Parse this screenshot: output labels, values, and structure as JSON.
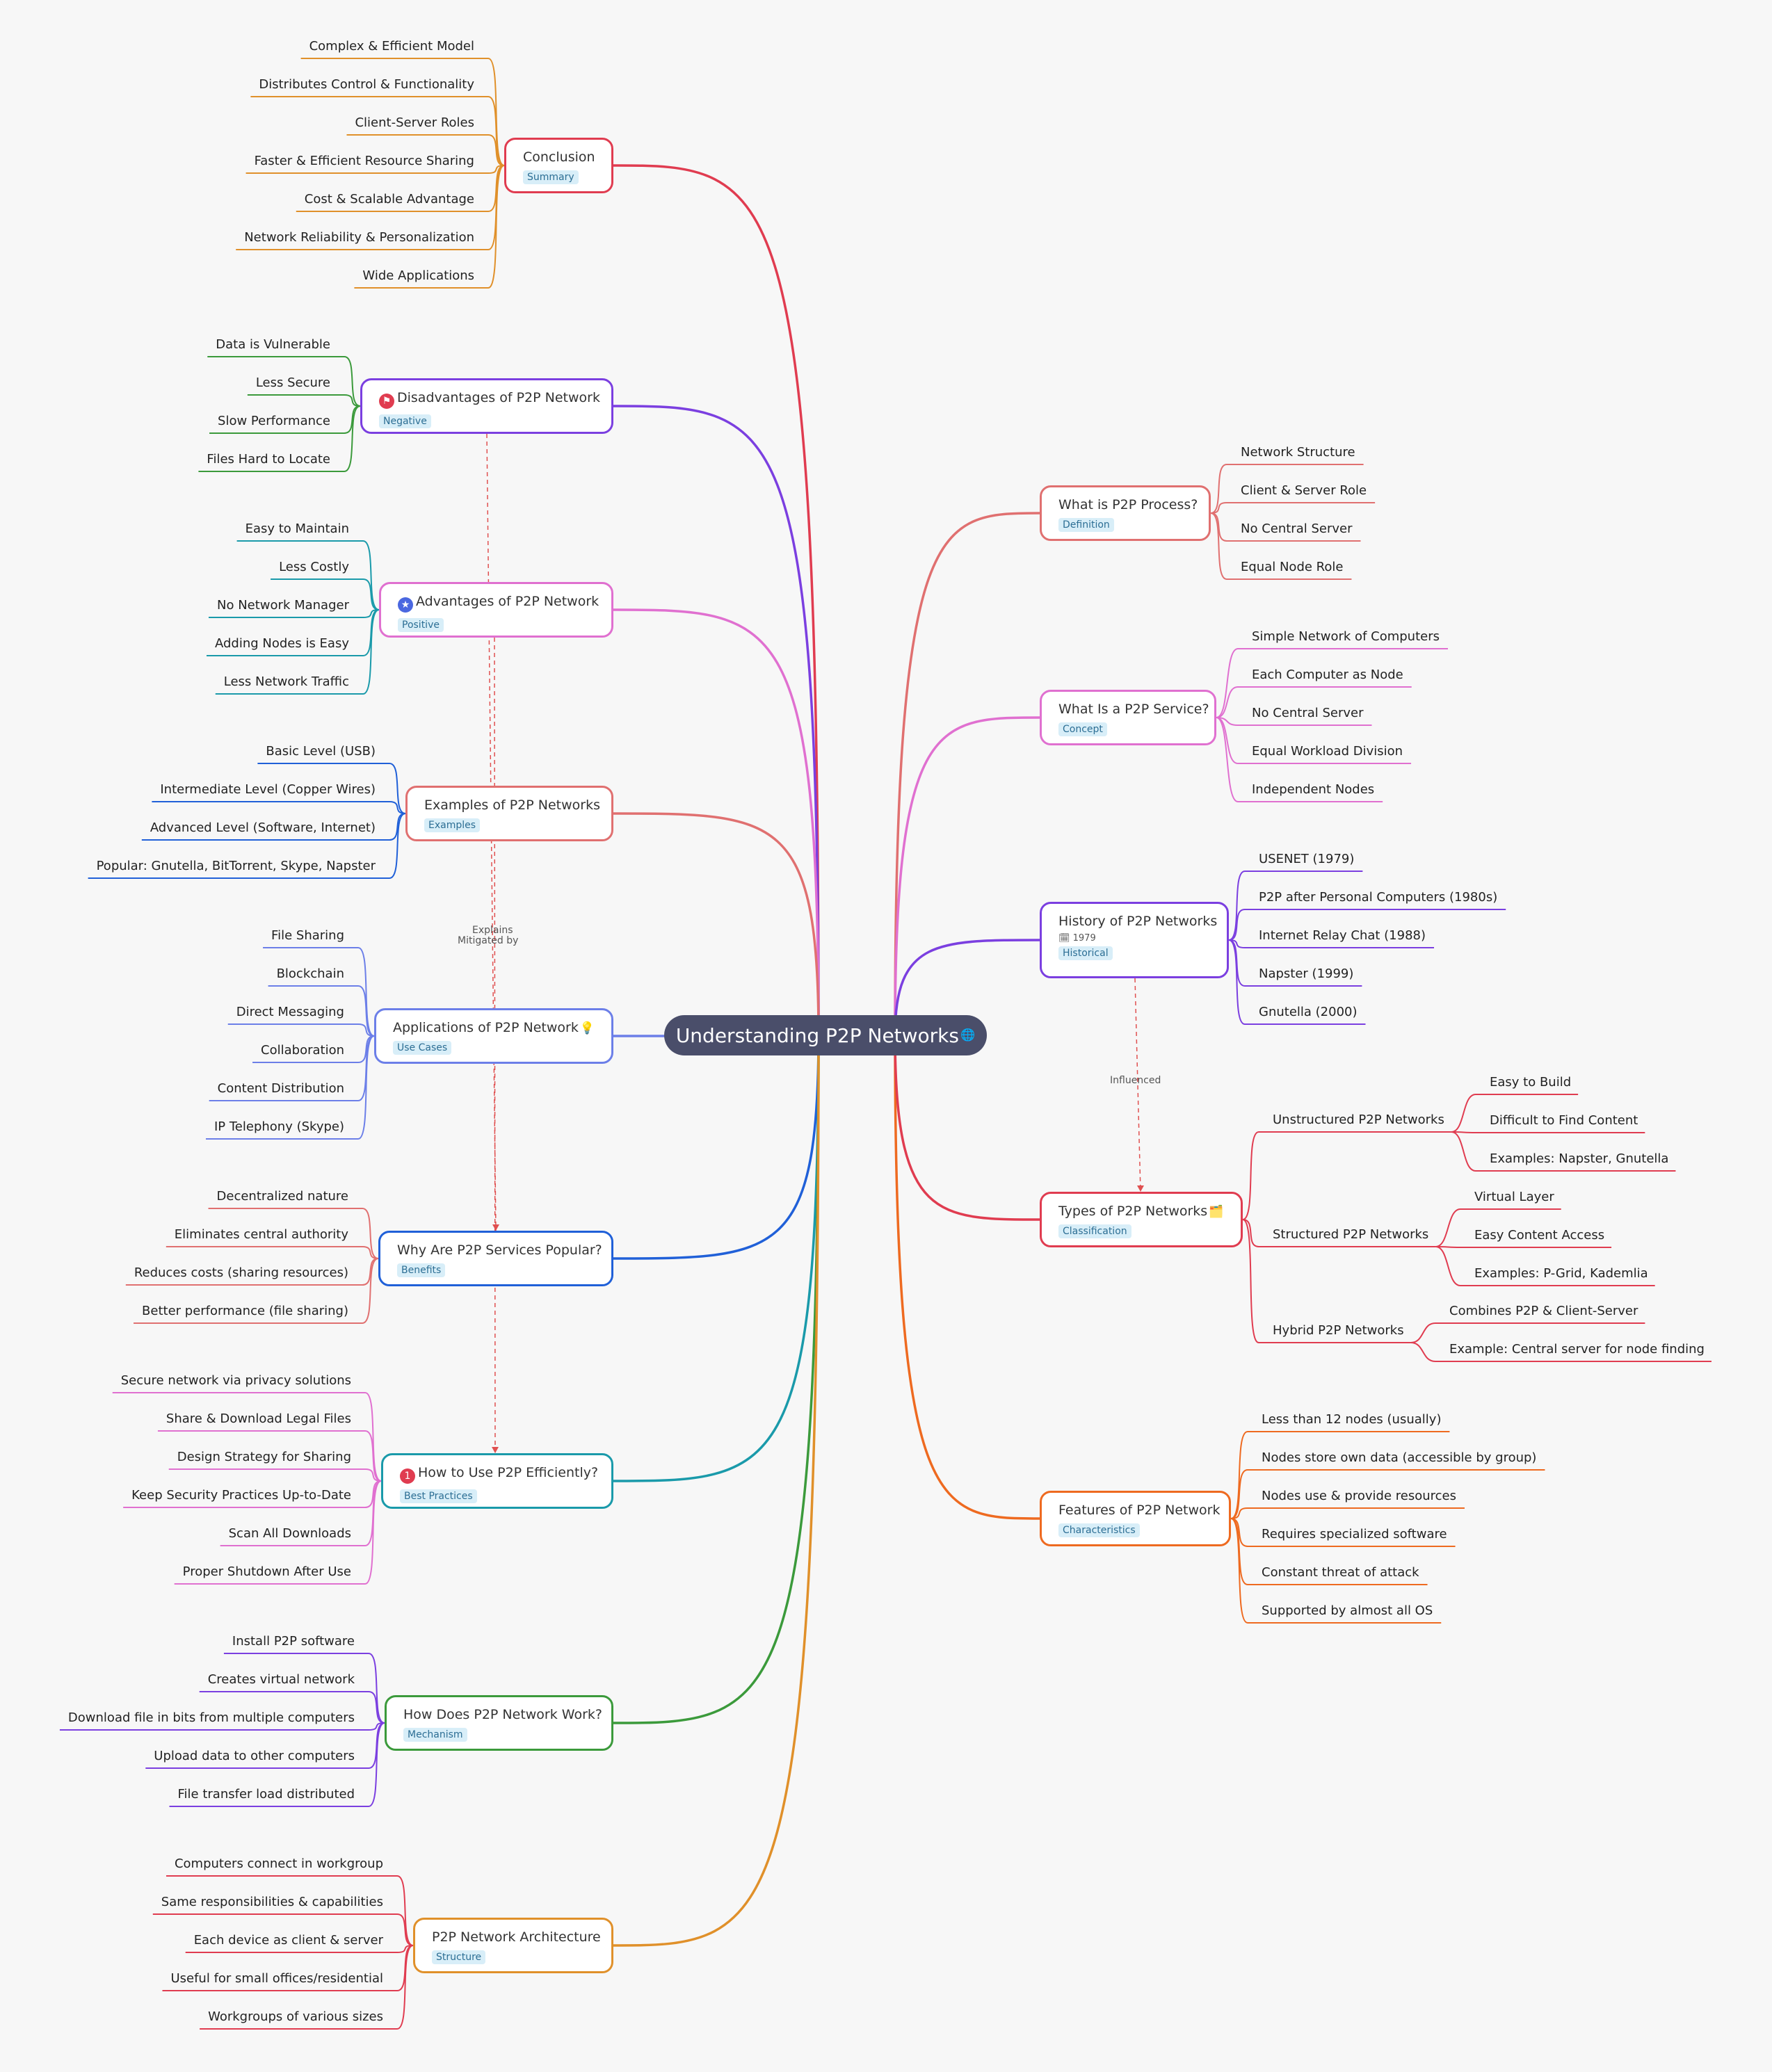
{
  "root": {
    "title": "Understanding P2P Networks",
    "icon": "globe-icon"
  },
  "branches": {
    "conclusion": {
      "title": "Conclusion",
      "tag": "Summary",
      "color": "#e03c50",
      "items": [
        "Complex & Efficient Model",
        "Distributes Control & Functionality",
        "Client-Server Roles",
        "Faster & Efficient Resource Sharing",
        "Cost & Scalable Advantage",
        "Network Reliability & Personalization",
        "Wide Applications"
      ],
      "leaf_color": "#e0902a"
    },
    "disadvantages": {
      "title": "Disadvantages of P2P Network",
      "tag": "Negative",
      "color": "#7b3fe0",
      "icon": "flag-icon",
      "items": [
        "Data is Vulnerable",
        "Less Secure",
        "Slow Performance",
        "Files Hard to Locate"
      ],
      "leaf_color": "#3b9a3b"
    },
    "advantages": {
      "title": "Advantages of P2P Network",
      "tag": "Positive",
      "color": "#e070d0",
      "icon": "star-icon",
      "items": [
        "Easy to Maintain",
        "Less Costly",
        "No Network Manager",
        "Adding Nodes is Easy",
        "Less Network Traffic"
      ],
      "leaf_color": "#1a9aaa"
    },
    "examples": {
      "title": "Examples of P2P Networks",
      "tag": "Examples",
      "color": "#e07070",
      "items": [
        "Basic Level (USB)",
        "Intermediate Level (Copper Wires)",
        "Advanced Level (Software, Internet)",
        "Popular: Gnutella, BitTorrent, Skype, Napster"
      ],
      "leaf_color": "#2060d8"
    },
    "applications": {
      "title": "Applications of P2P Network",
      "tag": "Use Cases",
      "color": "#6c7fe8",
      "items": [
        "File Sharing",
        "Blockchain",
        "Direct Messaging",
        "Collaboration",
        "Content Distribution",
        "IP Telephony (Skype)"
      ],
      "leaf_color": "#6c7fe8"
    },
    "popular": {
      "title": "Why Are P2P Services Popular?",
      "tag": "Benefits",
      "color": "#2060d8",
      "items": [
        "Decentralized nature",
        "Eliminates central authority",
        "Reduces costs (sharing resources)",
        "Better performance (file sharing)"
      ],
      "leaf_color": "#e07070"
    },
    "efficiently": {
      "title": "How to Use P2P Efficiently?",
      "tag": "Best Practices",
      "color": "#1a9aaa",
      "icon": "number-one-icon",
      "icon_text": "1",
      "items": [
        "Secure network via privacy solutions",
        "Share & Download Legal Files",
        "Design Strategy for Sharing",
        "Keep Security Practices Up-to-Date",
        "Scan All Downloads",
        "Proper Shutdown After Use"
      ],
      "leaf_color": "#e070d0"
    },
    "work": {
      "title": "How Does P2P Network Work?",
      "tag": "Mechanism",
      "color": "#3b9a3b",
      "items": [
        "Install P2P software",
        "Creates virtual network",
        "Download file in bits from multiple computers",
        "Upload data to other computers",
        "File transfer load distributed"
      ],
      "leaf_color": "#7b3fe0"
    },
    "architecture": {
      "title": "P2P Network Architecture",
      "tag": "Structure",
      "color": "#e0902a",
      "items": [
        "Computers connect in workgroup",
        "Same responsibilities & capabilities",
        "Each device as client & server",
        "Useful for small offices/residential",
        "Workgroups of various sizes"
      ],
      "leaf_color": "#e03c50"
    },
    "process": {
      "title": "What is P2P Process?",
      "tag": "Definition",
      "color": "#e07070",
      "items": [
        "Network Structure",
        "Client & Server Role",
        "No Central Server",
        "Equal Node Role"
      ],
      "leaf_color": "#e07070"
    },
    "service": {
      "title": "What Is a P2P Service?",
      "tag": "Concept",
      "color": "#e070d0",
      "items": [
        "Simple Network of Computers",
        "Each Computer as Node",
        "No Central Server",
        "Equal Workload Division",
        "Independent Nodes"
      ],
      "leaf_color": "#e070d0"
    },
    "history": {
      "title": "History of P2P Networks",
      "tag": "Historical",
      "color": "#7b3fe0",
      "year": "1979",
      "items": [
        "USENET (1979)",
        "P2P after Personal Computers (1980s)",
        "Internet Relay Chat (1988)",
        "Napster (1999)",
        "Gnutella (2000)"
      ],
      "leaf_color": "#7b3fe0"
    },
    "types": {
      "title": "Types of P2P Networks",
      "tag": "Classification",
      "color": "#e03c50",
      "icon": "folder-icon",
      "subgroups": [
        {
          "title": "Unstructured P2P Networks",
          "items": [
            "Easy to Build",
            "Difficult to Find Content",
            "Examples: Napster, Gnutella"
          ]
        },
        {
          "title": "Structured P2P Networks",
          "items": [
            "Virtual Layer",
            "Easy Content Access",
            "Examples: P-Grid, Kademlia"
          ]
        },
        {
          "title": "Hybrid P2P Networks",
          "items": [
            "Combines P2P & Client-Server",
            "Example: Central server for node finding"
          ]
        }
      ],
      "leaf_color": "#e03c50"
    },
    "features": {
      "title": "Features of P2P Network",
      "tag": "Characteristics",
      "color": "#ee6a20",
      "items": [
        "Less than 12 nodes (usually)",
        "Nodes store own data (accessible by group)",
        "Nodes use & provide resources",
        "Requires specialized software",
        "Constant threat of attack",
        "Supported by almost all OS"
      ],
      "leaf_color": "#ee6a20"
    }
  },
  "relations": [
    {
      "label": "Explains"
    },
    {
      "label": "Mitigated by"
    },
    {
      "label": "Influenced"
    }
  ]
}
